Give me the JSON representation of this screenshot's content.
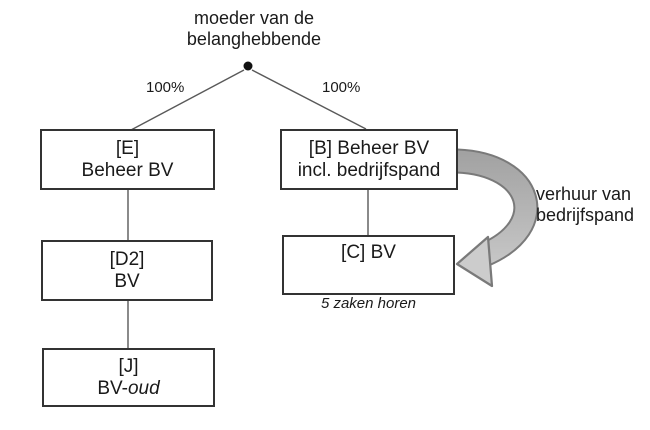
{
  "title": {
    "line1": "moeder van de",
    "line2": "belanghebbende"
  },
  "ownership": {
    "left_label": "100%",
    "right_label": "100%"
  },
  "nodes": {
    "e": {
      "line1": "[E]",
      "line2": "Beheer BV"
    },
    "d2": {
      "line1": "[D2]",
      "line2": "BV"
    },
    "j": {
      "line1": "[J]",
      "line2_prefix": "BV-",
      "line2_italic": "oud"
    },
    "b": {
      "line1": "[B] Beheer BV",
      "line2": "incl. bedrijfspand"
    },
    "c": {
      "line1": "[C] BV",
      "caption": "5 zaken horen"
    }
  },
  "arrow": {
    "label_line1": "verhuur van",
    "label_line2": "bedrijfspand"
  },
  "colors": {
    "background": "#ffffff",
    "text": "#1a1a1a",
    "box_border": "#333333",
    "connector_line": "#595959",
    "parent_dot": "#111111",
    "arrow_fill_dark": "#a1a1a1",
    "arrow_fill_light": "#cccccc",
    "arrow_outline": "#7a7a7a"
  }
}
